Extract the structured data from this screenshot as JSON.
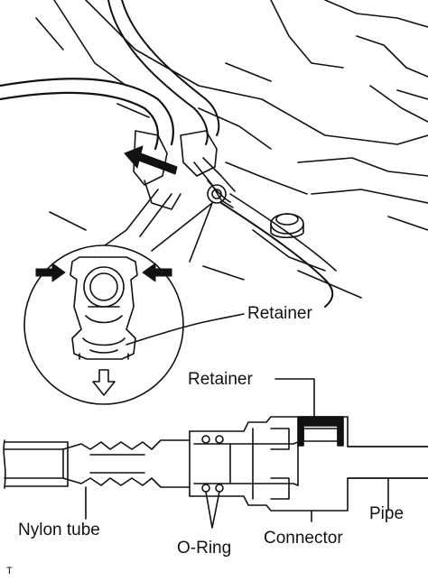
{
  "labels": {
    "retainer_inset": "Retainer",
    "retainer_section": "Retainer",
    "nylon_tube": "Nylon tube",
    "o_ring": "O-Ring",
    "connector": "Connector",
    "pipe": "Pipe"
  },
  "figure_ref": "T",
  "icons": {
    "removal_arrow": "arrow-icon",
    "squeeze_arrows": "arrow-icon",
    "pull_direction_arrow": "hollow-down-arrow-icon"
  },
  "colors": {
    "line": "#111111",
    "background": "#ffffff",
    "retainer_fill": "#111111"
  }
}
